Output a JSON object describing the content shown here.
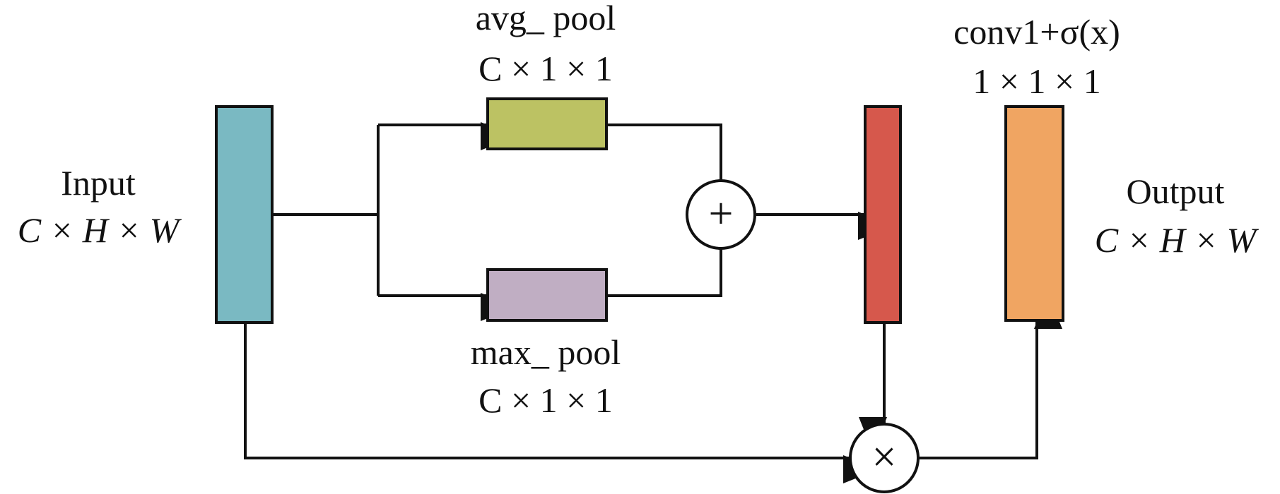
{
  "labels": {
    "input_name": "Input",
    "input_dims": "C × H × W",
    "avg_name": "avg_ pool",
    "avg_dims": "C × 1 × 1",
    "max_name": "max_ pool",
    "max_dims": "C × 1 × 1",
    "conv_name": "conv1+σ(x)",
    "conv_dims": "1 × 1 × 1",
    "output_name": "Output",
    "output_dims": "C × H × W",
    "add_symbol": "+",
    "mul_symbol": "×"
  },
  "colors": {
    "input": "#7ab9c2",
    "avg_pool": "#bcc263",
    "max_pool": "#c0aec3",
    "attention": "#d6584c",
    "output": "#f0a562"
  }
}
